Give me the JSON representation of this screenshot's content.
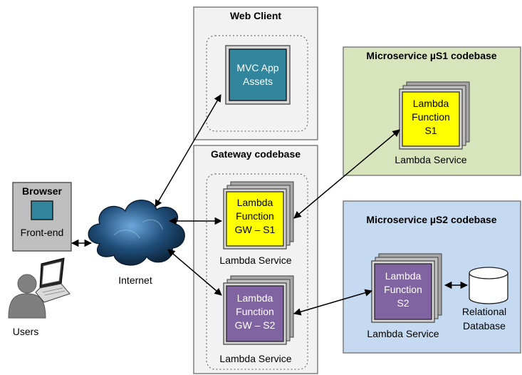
{
  "web_client": {
    "title": "Web Client",
    "component": [
      "MVC App",
      "Assets"
    ]
  },
  "gateway": {
    "title": "Gateway codebase",
    "lambda_s1": {
      "lines": [
        "Lambda",
        "Function",
        "GW – S1"
      ],
      "service_label": "Lambda Service"
    },
    "lambda_s2": {
      "lines": [
        "Lambda",
        "Function",
        "GW – S2"
      ],
      "service_label": "Lambda Service"
    }
  },
  "microservice_s1": {
    "title": "Microservice µS1 codebase",
    "lambda": {
      "lines": [
        "Lambda",
        "Function",
        "S1"
      ],
      "service_label": "Lambda Service"
    }
  },
  "microservice_s2": {
    "title": "Microservice µS2 codebase",
    "lambda": {
      "lines": [
        "Lambda",
        "Function",
        "S2"
      ],
      "service_label": "Lambda Service"
    },
    "database_label": [
      "Relational",
      "Database"
    ]
  },
  "browser": {
    "title": "Browser",
    "component": "Front-end"
  },
  "users_label": "Users",
  "internet_label": "Internet",
  "colors": {
    "panel_gray": "#f2f2f2",
    "panel_green": "#d8e4bc",
    "panel_blue": "#c5d9f1",
    "browser_gray": "#bfbfbf",
    "teal": "#31859c",
    "yellow": "#ffff00",
    "purple": "#8064a2",
    "card_gray": "#a6a6a6"
  }
}
